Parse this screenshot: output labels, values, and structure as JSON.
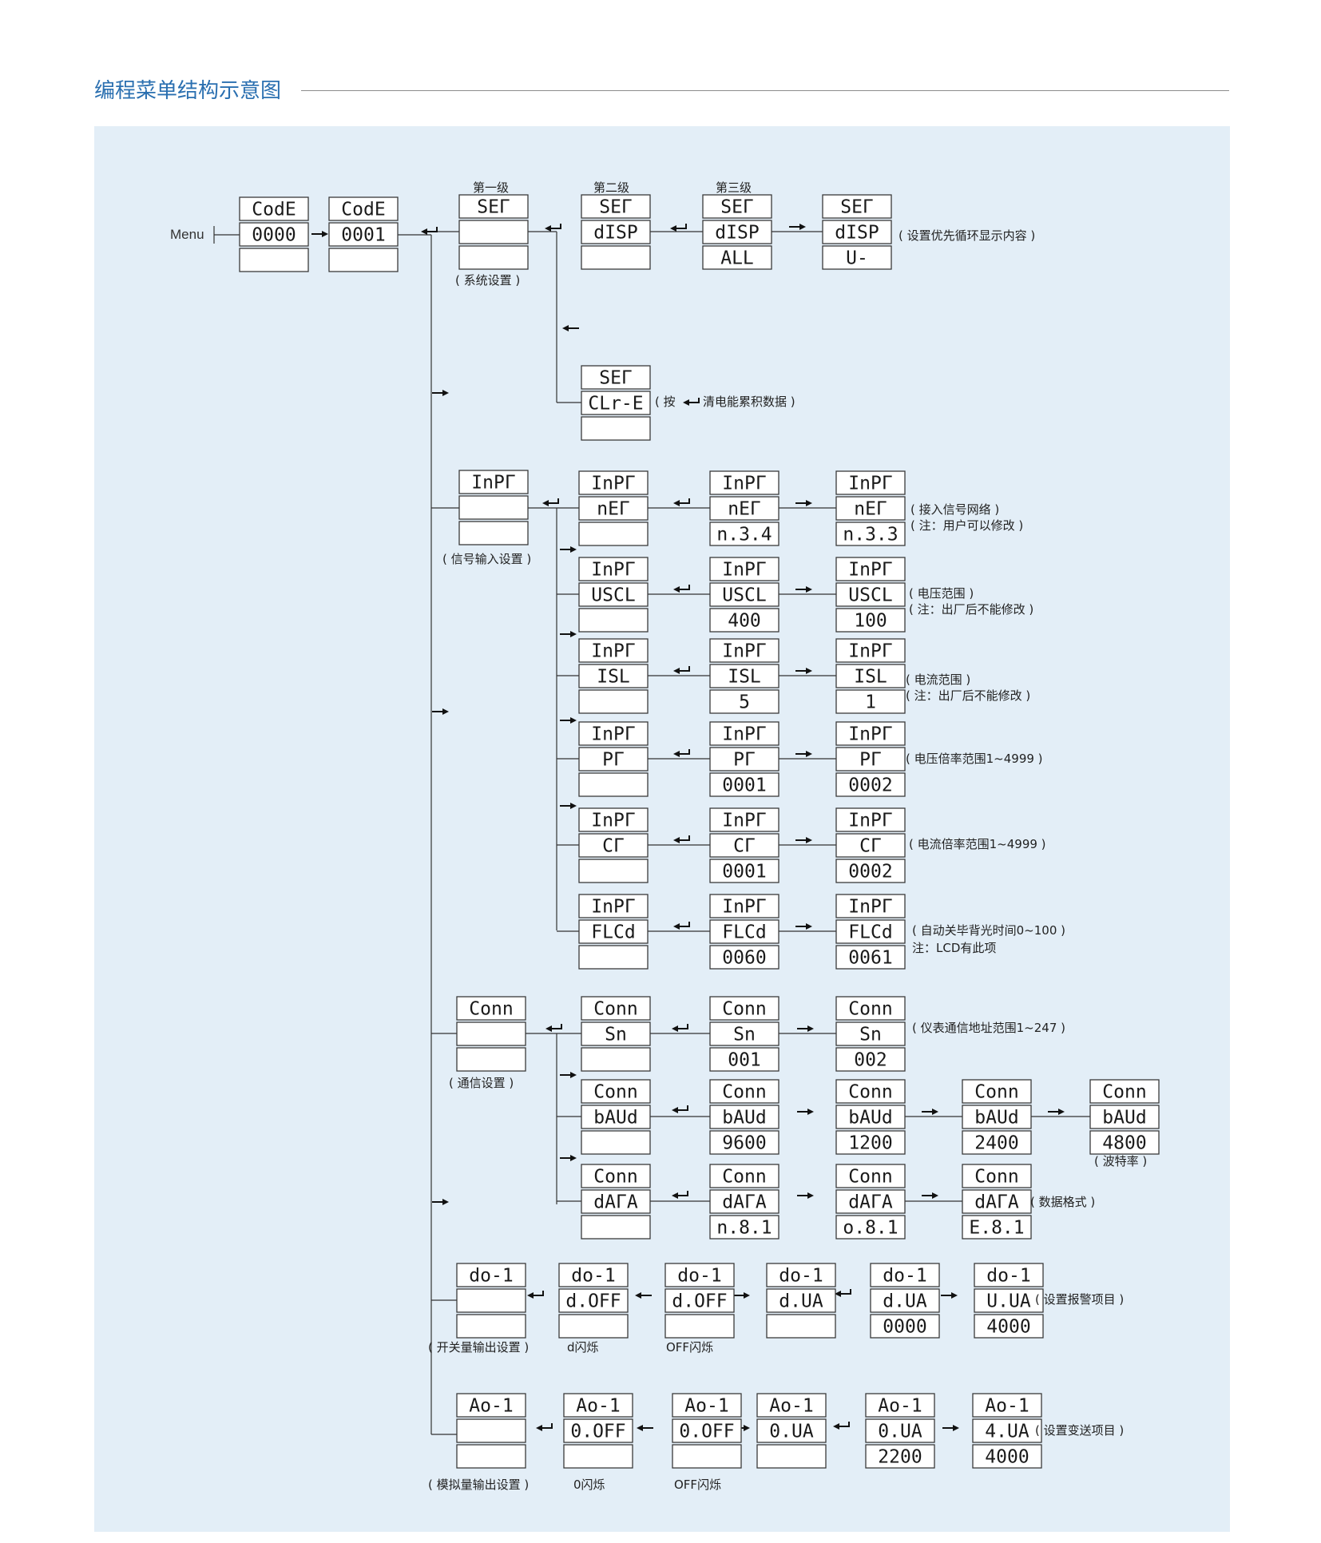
{
  "title": "编程菜单结构示意图",
  "menu_label": "Menu",
  "level_labels": [
    "第一级",
    "第二级",
    "第三级"
  ],
  "notes": {
    "disp": "( 设置优先循环显示内容 )",
    "clre_pre": "( 按",
    "clre_post": "清电能累积数据 )",
    "sys": "( 系统设置 )",
    "signal": "( 信号输入设置 )",
    "net1": "( 接入信号网络 )",
    "net2": "( 注：用户可以修改 )",
    "uscl1": "( 电压范围 )",
    "uscl2": "( 注：出厂后不能修改 )",
    "isl1": "( 电流范围 )",
    "isl2": "( 注：出厂后不能修改 )",
    "pt": "( 电压倍率范围1~4999 )",
    "ct": "( 电流倍率范围1~4999 )",
    "flcd1": "( 自动关毕背光时间0~100 )",
    "flcd2": "注：LCD有此项",
    "comm": "( 通信设置 )",
    "sn": "( 仪表通信地址范围1~247 )",
    "baud": "( 波特率 )",
    "data": "( 数据格式 )",
    "do_set": "( 开关量输出设置 )",
    "do_blink": "d闪烁",
    "do_off_blink": "OFF闪烁",
    "alarm": "( 设置报警项目 )",
    "ao_set": "( 模拟量输出设置 )",
    "ao_blink": "0闪烁",
    "ao_off_blink": "OFF闪烁",
    "transmit": "( 设置变送项目 )"
  },
  "displays": {
    "code1": [
      "CodE",
      "0000",
      ""
    ],
    "code2": [
      "CodE",
      "0001",
      ""
    ],
    "set_l1": [
      "SEΓ",
      "",
      ""
    ],
    "disp_l2": [
      "SEΓ",
      "dISP",
      ""
    ],
    "disp_l3": [
      "SEΓ",
      "dISP",
      "ALL"
    ],
    "disp_l4": [
      "SEΓ",
      "dISP",
      "U-"
    ],
    "clre": [
      "SEΓ",
      "CLr-E",
      ""
    ],
    "inpt_l1": [
      "InPΓ",
      "",
      ""
    ],
    "net_l2": [
      "InPΓ",
      "nEΓ",
      ""
    ],
    "net_l3": [
      "InPΓ",
      "nEΓ",
      "n.3.4"
    ],
    "net_l4": [
      "InPΓ",
      "nEΓ",
      "n.3.3"
    ],
    "uscl_l2": [
      "InPΓ",
      "USCL",
      ""
    ],
    "uscl_l3": [
      "InPΓ",
      "USCL",
      "400"
    ],
    "uscl_l4": [
      "InPΓ",
      "USCL",
      "100"
    ],
    "isl_l2": [
      "InPΓ",
      "ISL",
      ""
    ],
    "isl_l3": [
      "InPΓ",
      "ISL",
      "5"
    ],
    "isl_l4": [
      "InPΓ",
      "ISL",
      "1"
    ],
    "pt_l2": [
      "InPΓ",
      "PΓ",
      ""
    ],
    "pt_l3": [
      "InPΓ",
      "PΓ",
      "0001"
    ],
    "pt_l4": [
      "InPΓ",
      "PΓ",
      "0002"
    ],
    "ct_l2": [
      "InPΓ",
      "CΓ",
      ""
    ],
    "ct_l3": [
      "InPΓ",
      "CΓ",
      "0001"
    ],
    "ct_l4": [
      "InPΓ",
      "CΓ",
      "0002"
    ],
    "flcd_l2": [
      "InPΓ",
      "FLCd",
      ""
    ],
    "flcd_l3": [
      "InPΓ",
      "FLCd",
      "0060"
    ],
    "flcd_l4": [
      "InPΓ",
      "FLCd",
      "0061"
    ],
    "conn_l1": [
      "Conn",
      "",
      ""
    ],
    "sn_l2": [
      "Conn",
      "Sn",
      ""
    ],
    "sn_l3": [
      "Conn",
      "Sn",
      "001"
    ],
    "sn_l4": [
      "Conn",
      "Sn",
      "002"
    ],
    "baud_l2": [
      "Conn",
      "bAUd",
      ""
    ],
    "baud_l3": [
      "Conn",
      "bAUd",
      "9600"
    ],
    "baud_l4": [
      "Conn",
      "bAUd",
      "1200"
    ],
    "baud_l5": [
      "Conn",
      "bAUd",
      "2400"
    ],
    "baud_l6": [
      "Conn",
      "bAUd",
      "4800"
    ],
    "data_l2": [
      "Conn",
      "dAΓA",
      ""
    ],
    "data_l3": [
      "Conn",
      "dAΓA",
      "n.8.1"
    ],
    "data_l4": [
      "Conn",
      "dAΓA",
      "o.8.1"
    ],
    "data_l5": [
      "Conn",
      "dAΓA",
      "E.8.1"
    ],
    "do_l1": [
      "do-1",
      "",
      ""
    ],
    "do_l2": [
      "do-1",
      "d.OFF",
      ""
    ],
    "do_l3": [
      "do-1",
      "d.OFF",
      ""
    ],
    "do_l4": [
      "do-1",
      "d.UA",
      ""
    ],
    "do_l5": [
      "do-1",
      "d.UA",
      "0000"
    ],
    "do_l6": [
      "do-1",
      "U.UA",
      "4000"
    ],
    "ao_l1": [
      "Ao-1",
      "",
      ""
    ],
    "ao_l2": [
      "Ao-1",
      "0.OFF",
      ""
    ],
    "ao_l3": [
      "Ao-1",
      "0.OFF",
      ""
    ],
    "ao_l4": [
      "Ao-1",
      "0.UA",
      ""
    ],
    "ao_l5": [
      "Ao-1",
      "0.UA",
      "2200"
    ],
    "ao_l6": [
      "Ao-1",
      "4.UA",
      "4000"
    ]
  }
}
